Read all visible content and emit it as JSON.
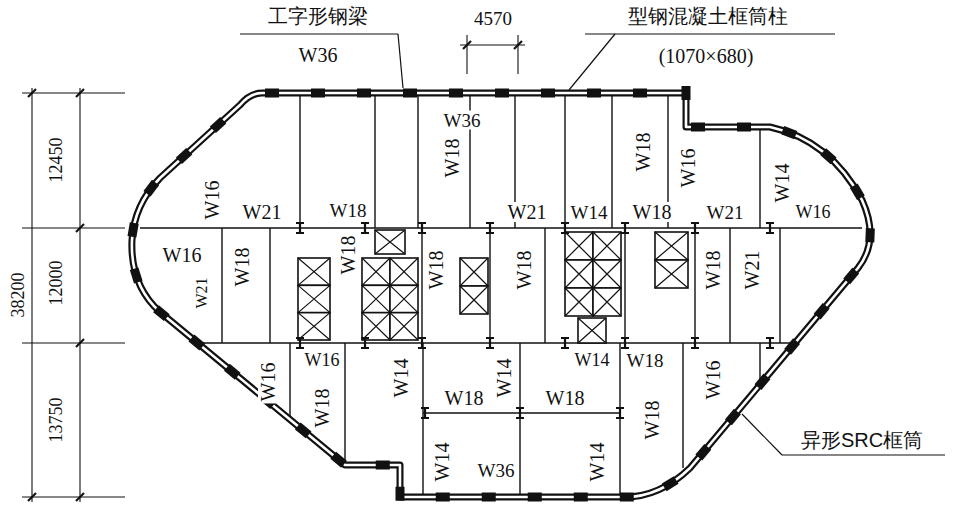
{
  "diagram": {
    "labels": [
      "工字形钢梁",
      "W36",
      "4570",
      "型钢混凝土框筒柱",
      "(1070×680)",
      "38200",
      "12450",
      "12000",
      "13750",
      "异形SRC框筒",
      "W36",
      "W18",
      "W18",
      "W16",
      "W14",
      "W16",
      "W21",
      "W18",
      "W21",
      "W14",
      "W18",
      "W21",
      "W16",
      "W16",
      "W21",
      "W18",
      "W18",
      "W18",
      "W18",
      "W18",
      "W21",
      "W16",
      "W16",
      "W18",
      "W14",
      "W14",
      "W14",
      "W18",
      "W16",
      "W18",
      "W18",
      "W18",
      "W14",
      "W36",
      "W14"
    ]
  }
}
